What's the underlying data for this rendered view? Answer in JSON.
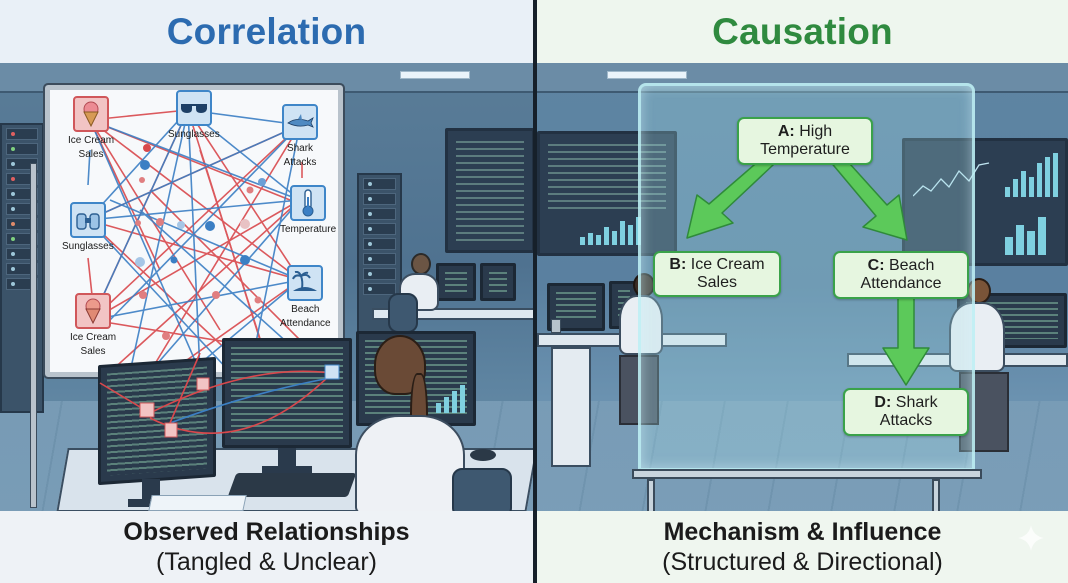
{
  "left_panel": {
    "title": "Correlation",
    "title_color": "#2c6bb0",
    "caption_line1": "Observed Relationships",
    "caption_line2": "(Tangled & Unclear)",
    "whiteboard": {
      "nodes": [
        {
          "id": "ice-cream-top",
          "label_line1": "Ice Cream",
          "label_line2": "Sales",
          "icon": "ice-cream-icon",
          "color": "red"
        },
        {
          "id": "sunglasses-top",
          "label_line1": "Sunglasses",
          "label_line2": "",
          "icon": "sunglasses-icon",
          "color": "blue"
        },
        {
          "id": "shark-attacks",
          "label_line1": "Shark",
          "label_line2": "Attacks",
          "icon": "shark-icon",
          "color": "blue"
        },
        {
          "id": "sunglasses-left",
          "label_line1": "Sunglasses",
          "label_line2": "",
          "icon": "binoculars-icon",
          "color": "blue"
        },
        {
          "id": "temperature",
          "label_line1": "Temperature",
          "label_line2": "",
          "icon": "thermometer-icon",
          "color": "blue"
        },
        {
          "id": "ice-cream-bottom",
          "label_line1": "Ice Cream",
          "label_line2": "Sales",
          "icon": "ice-cream-icon",
          "color": "red"
        },
        {
          "id": "beach-attendance",
          "label_line1": "Beach",
          "label_line2": "Attendance",
          "icon": "palm-island-icon",
          "color": "blue"
        }
      ],
      "edge_colors": {
        "red": "#d9484c",
        "blue": "#3b7fc4"
      }
    }
  },
  "right_panel": {
    "title": "Causation",
    "title_color": "#2f8a3f",
    "caption_line1": "Mechanism & Influence",
    "caption_line2": "(Structured & Directional)",
    "diagram": {
      "nodes": [
        {
          "id": "A",
          "prefix": "A:",
          "line1": "High",
          "line2": "Temperature"
        },
        {
          "id": "B",
          "prefix": "B:",
          "line1": "Ice Cream",
          "line2": "Sales"
        },
        {
          "id": "C",
          "prefix": "C:",
          "line1": "Beach",
          "line2": "Attendance"
        },
        {
          "id": "D",
          "prefix": "D:",
          "line1": "Shark",
          "line2": "Attacks"
        }
      ],
      "edges": [
        {
          "from": "A",
          "to": "B"
        },
        {
          "from": "A",
          "to": "C"
        },
        {
          "from": "C",
          "to": "D"
        }
      ],
      "arrow_color": "#5cc95a",
      "box_border_color": "#3aa24a",
      "box_fill_color": "#e6f6e0"
    }
  }
}
